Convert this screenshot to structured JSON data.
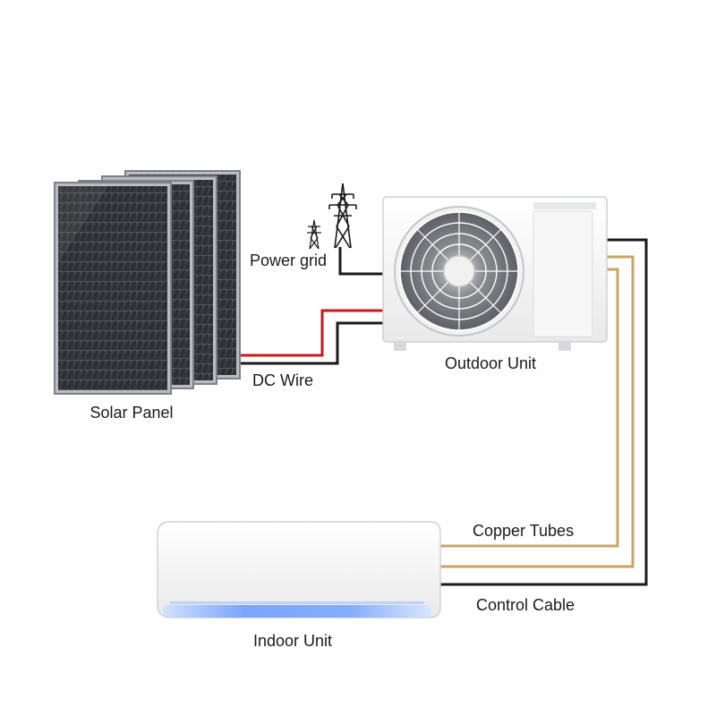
{
  "labels": {
    "solar_panel": "Solar Panel",
    "dc_wire": "DC Wire",
    "power_grid": "Power grid",
    "outdoor_unit": "Outdoor Unit",
    "copper_tubes": "Copper Tubes",
    "control_cable": "Control Cable",
    "indoor_unit": "Indoor Unit"
  },
  "colors": {
    "dc_positive_wire": "#c8191e",
    "dc_negative_wire": "#1a1a1a",
    "copper_tube": "#c9a468",
    "control_cable": "#1a1a1a",
    "panel_cell": "#2b2d31",
    "unit_body": "#f4f4f4",
    "indoor_glow": "#8fb6ff"
  },
  "icons": {
    "solar": "solar-panel-icon",
    "grid": "transmission-tower-icon",
    "outdoor": "outdoor-ac-unit-icon",
    "indoor": "indoor-ac-unit-icon"
  }
}
